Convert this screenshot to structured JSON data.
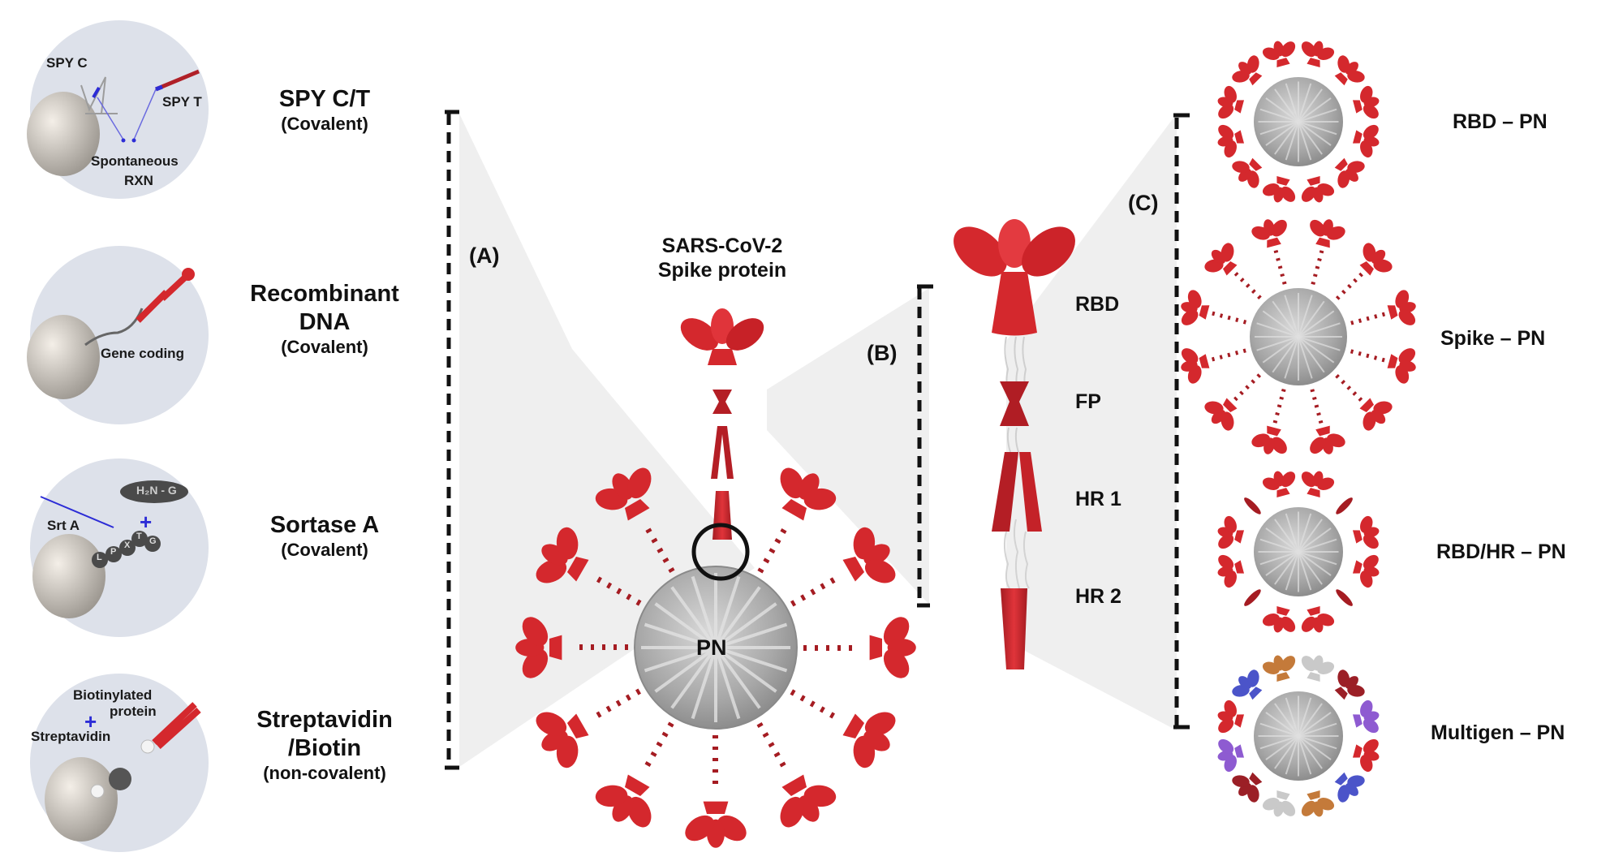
{
  "methods": [
    {
      "title_lines": [
        "SPY C/T"
      ],
      "subtitle": "(Covalent)",
      "inset_labels": [
        "SPY C",
        "SPY T",
        "Spontaneous",
        "RXN"
      ]
    },
    {
      "title_lines": [
        "Recombinant",
        "DNA"
      ],
      "subtitle": "(Covalent)",
      "inset_labels": [
        "Gene coding"
      ]
    },
    {
      "title_lines": [
        "Sortase A"
      ],
      "subtitle": "(Covalent)",
      "inset_labels": [
        "Srt A",
        "H₂N - G",
        "+",
        "L",
        "P",
        "X",
        "T",
        "G"
      ]
    },
    {
      "title_lines": [
        "Streptavidin",
        "/Biotin"
      ],
      "subtitle": "(non-covalent)",
      "inset_labels": [
        "Biotinylated",
        "protein",
        "+",
        "Streptavidin"
      ]
    }
  ],
  "brackets": {
    "a": "(A)",
    "b": "(B)",
    "c": "(C)"
  },
  "center": {
    "title_lines": [
      "SARS-CoV-2",
      "Spike protein"
    ],
    "nanoparticle_label": "PN"
  },
  "spike_domains": [
    "RBD",
    "FP",
    "HR 1",
    "HR 2"
  ],
  "constructs": [
    {
      "label": "RBD – PN",
      "antigen": "rbd"
    },
    {
      "label": "Spike – PN",
      "antigen": "spike"
    },
    {
      "label": "RBD/HR – PN",
      "antigen": "rbd-hr"
    },
    {
      "label": "Multigen – PN",
      "antigen": "multi"
    }
  ],
  "colors": {
    "spike_red": "#d4282d",
    "spike_dark": "#a51c22",
    "wedge_gray": "#efefef",
    "circle_bg": "#dde1ea",
    "nanoparticle": "#a9a9a9",
    "blue": "#2c2cd6",
    "multigen": [
      "#c9c9c9",
      "#9b1f26",
      "#8e5bd1",
      "#d4282d",
      "#4b54c9",
      "#c47a3a"
    ]
  }
}
